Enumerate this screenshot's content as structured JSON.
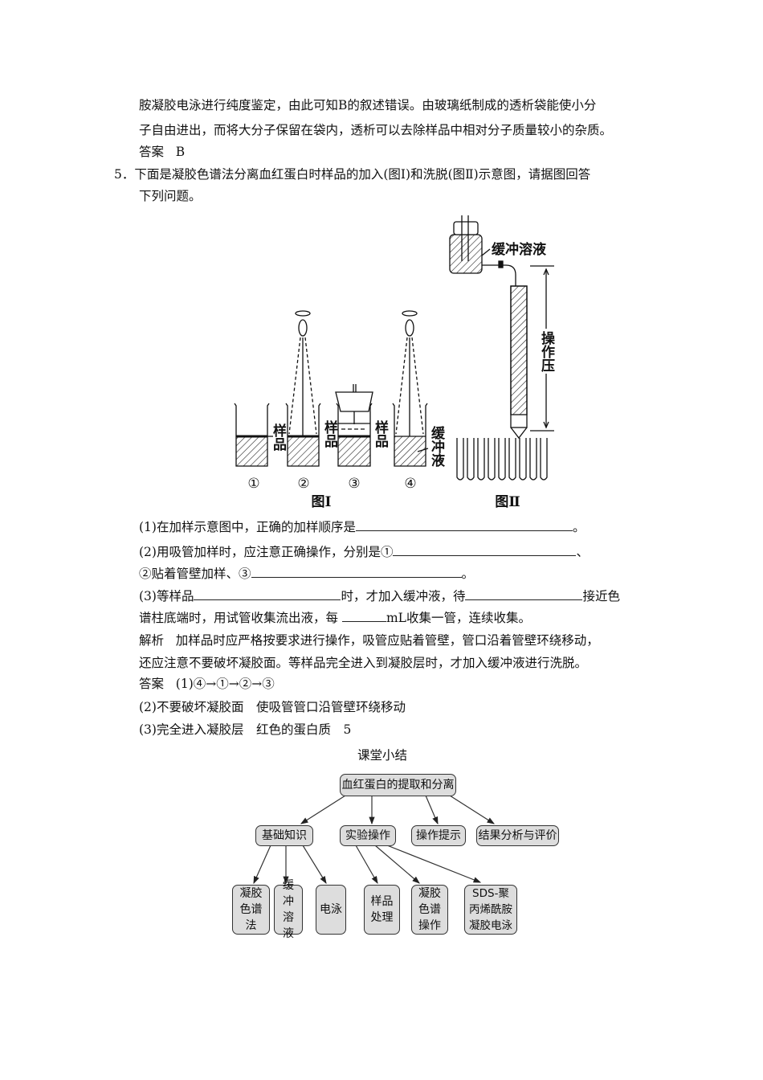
{
  "intro": {
    "lines": [
      "胺凝胶电泳进行纯度鉴定，由此可知B的叙述错误。由玻璃纸制成的透析袋能使小分",
      "子自由进出，而将大分子保留在袋内，透析可以去除样品中相对分子质量较小的杂质。"
    ],
    "answer_label": "答案",
    "answer_value": "B"
  },
  "question": {
    "number": "5．",
    "stem": [
      "下面是凝胶色谱法分离血红蛋白时样品的加入(图Ⅰ)和洗脱(图Ⅱ)示意图，请据图回答",
      "下列问题。"
    ]
  },
  "figure": {
    "fig1_label": "图Ⅰ",
    "fig2_label": "图Ⅱ",
    "steps": [
      "①",
      "②",
      "③",
      "④"
    ],
    "sample_label": "样品",
    "buffer_label": "缓冲液",
    "buffer_solution_label": "缓冲溶液",
    "pressure_label": "操作压"
  },
  "subquestions": {
    "q1": {
      "text": "(1)在加样示意图中，正确的加样顺序是",
      "end": "。"
    },
    "q2": {
      "text": "(2)用吸管加样时，应注意正确操作，分别是①",
      "end": "、",
      "line2_text": "②贴着管壁加样、③",
      "line2_end": "。"
    },
    "q3": {
      "text": "(3)等样品",
      "mid": "时，才加入缓冲液，待",
      "end": "接近色",
      "line2_text": "谱柱底端时，用试管收集流出液，每",
      "line2_mid": "mL收集一管，连续收集。"
    }
  },
  "analysis": {
    "label": "解析",
    "lines": [
      "加样品时应严格按要求进行操作，吸管应贴着管壁，管口沿着管壁环绕移动，",
      "还应注意不要破坏凝胶面。等样品完全进入到凝胶层时，才加入缓冲液进行洗脱。"
    ]
  },
  "answers": {
    "label": "答案",
    "a1": "(1)④→①→②→③",
    "a2": "(2)不要破坏凝胶面　使吸管管口沿管壁环绕移动",
    "a3": "(3)完全进入凝胶层　红色的蛋白质　5"
  },
  "summary": {
    "title": "课堂小结",
    "root": "血红蛋白的提取和分离",
    "level2": [
      "基础知识",
      "实验操作",
      "操作提示",
      "结果分析与评价"
    ],
    "level3": [
      "凝胶色谱法",
      "缓冲溶液",
      "电泳",
      "样品处理",
      "凝胶色谱操作",
      "SDS-聚丙烯酰胺凝胶电泳"
    ]
  }
}
